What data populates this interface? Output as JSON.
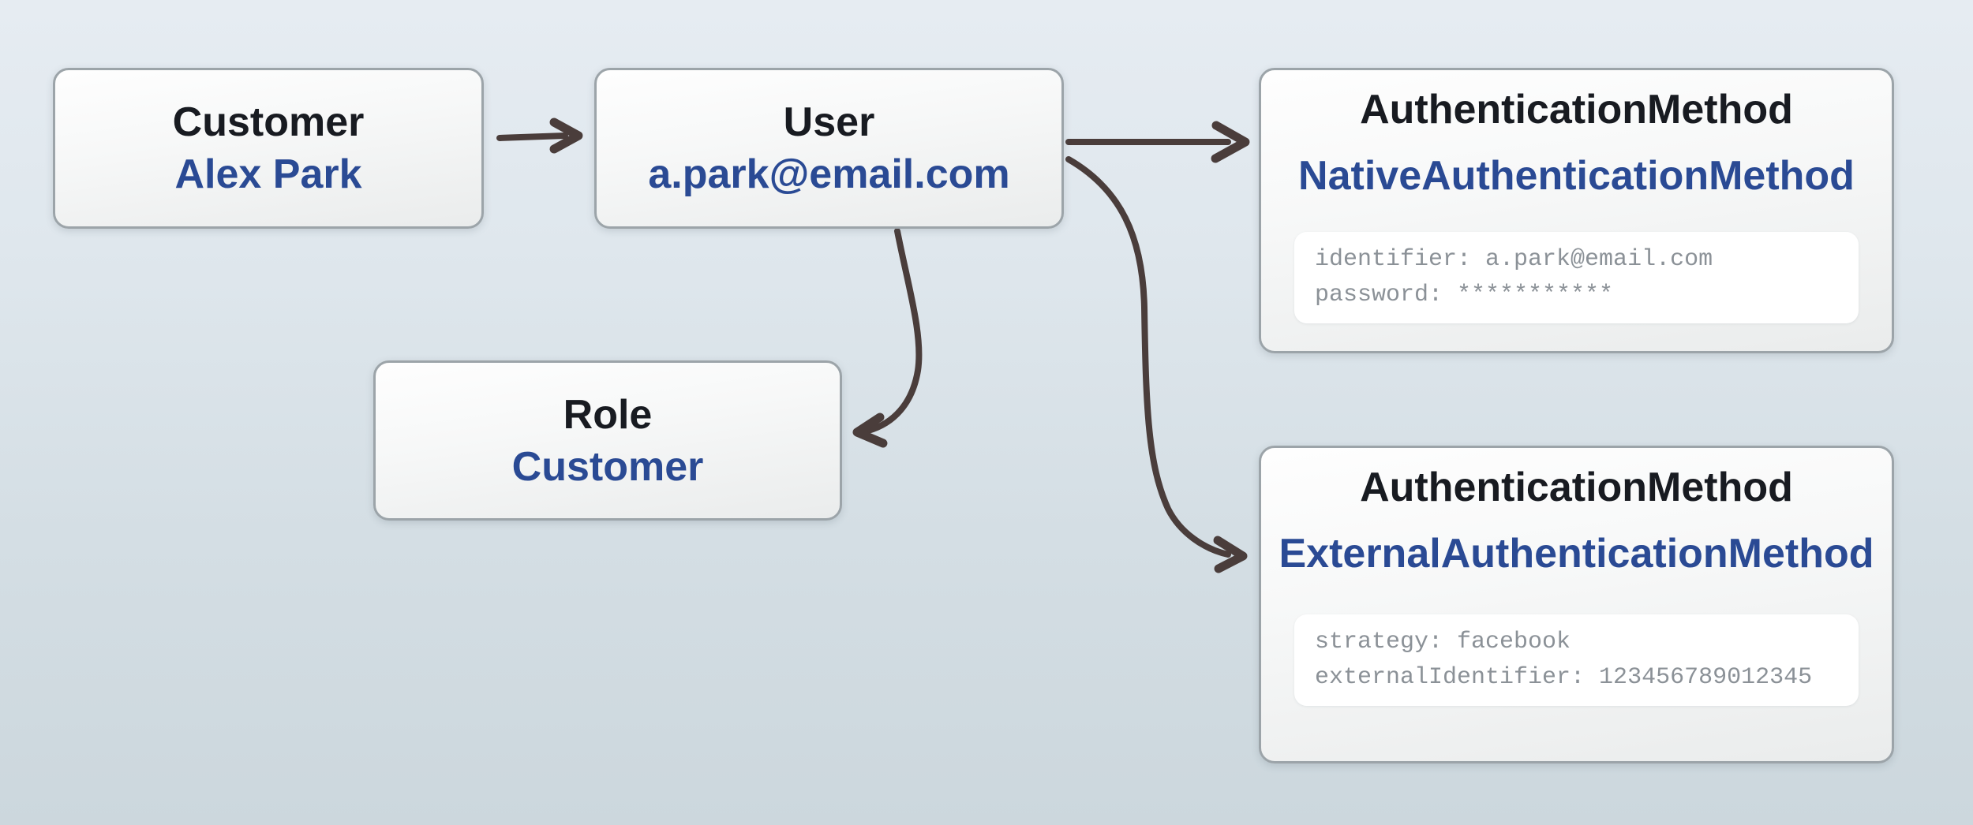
{
  "diagram": {
    "background": {
      "top_color": "#e6ecf2",
      "bottom_color": "#ccd7dd"
    },
    "colors": {
      "node_border": "#9ca4a9",
      "node_fill_top": "#fefefe",
      "node_fill_bottom": "#eaecec",
      "title_text": "#181b21",
      "value_text": "#2a4a94",
      "attribute_text": "#8b9197",
      "attribute_panel_bg": "#ffffff",
      "arrow": "#4a3d3b"
    },
    "nodes": [
      {
        "id": "customer",
        "title": "Customer",
        "value": "Alex Park"
      },
      {
        "id": "user",
        "title": "User",
        "value": "a.park@email.com"
      },
      {
        "id": "role",
        "title": "Role",
        "value": "Customer"
      },
      {
        "id": "native-auth",
        "title": "AuthenticationMethod",
        "value": "NativeAuthenticationMethod",
        "attributes": [
          "identifier: a.park@email.com",
          "password: ***********"
        ]
      },
      {
        "id": "external-auth",
        "title": "AuthenticationMethod",
        "value": "ExternalAuthenticationMethod",
        "attributes": [
          "strategy: facebook",
          "externalIdentifier: 123456789012345"
        ]
      }
    ],
    "edges": [
      {
        "from": "customer",
        "to": "user"
      },
      {
        "from": "user",
        "to": "native-auth"
      },
      {
        "from": "user",
        "to": "role"
      },
      {
        "from": "user",
        "to": "external-auth"
      }
    ]
  }
}
